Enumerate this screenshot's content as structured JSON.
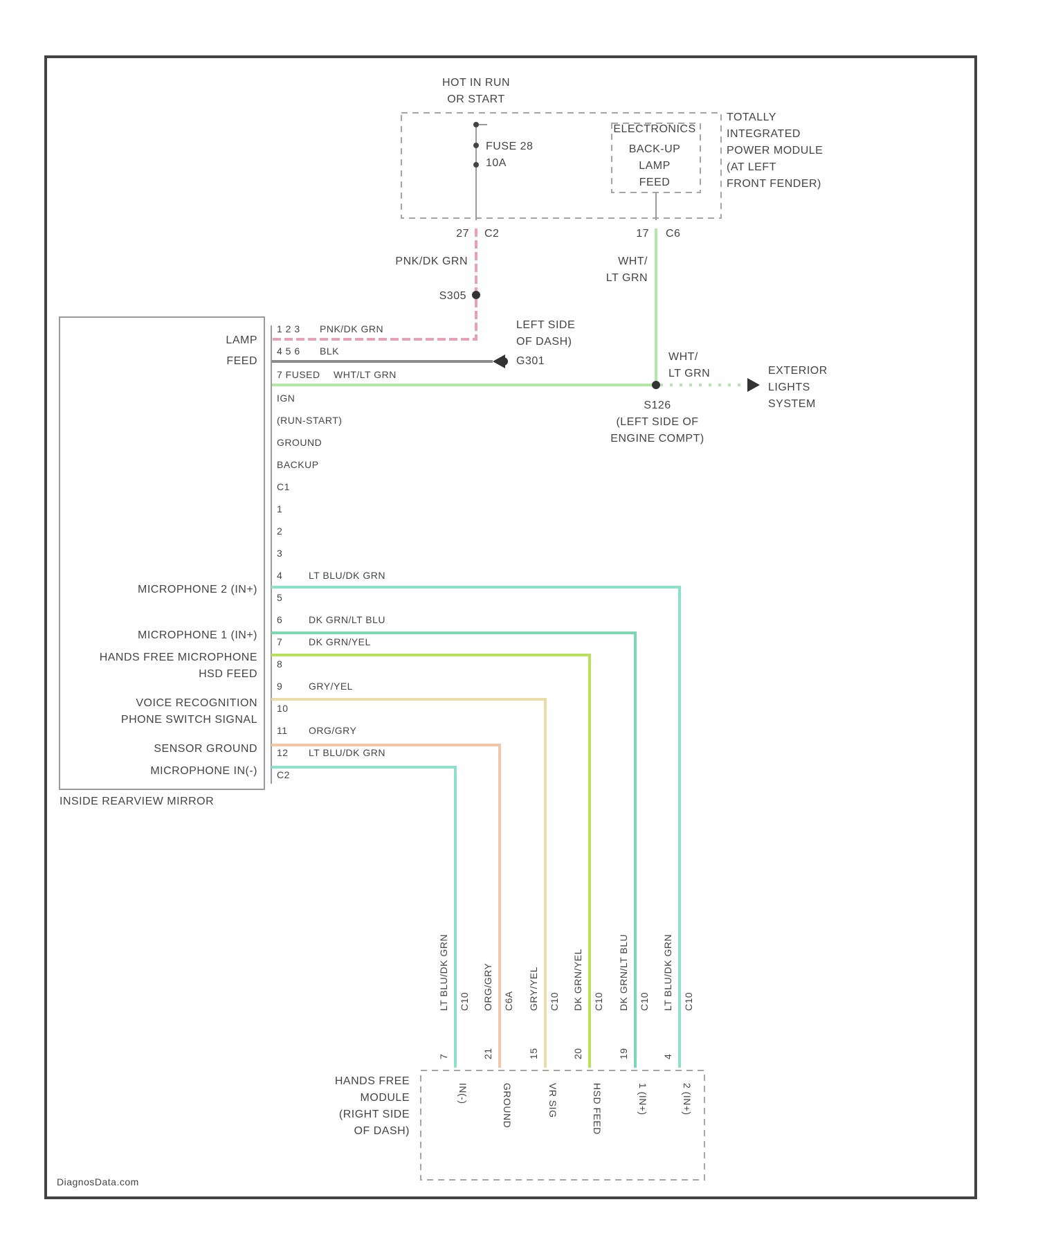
{
  "colors": {
    "pink_dk_grn": "#e8a0b4",
    "blk": "#8a8a8a",
    "wht_lt_grn": "#b4e6a8",
    "lt_blu_dk_grn": "#8ee0cc",
    "dk_grn_lt_blu": "#7cd8b0",
    "dk_grn_yel": "#b8e05a",
    "gry_yel": "#ecdca8",
    "org_gry": "#f0c8a8",
    "outline": "#444444"
  },
  "power": {
    "hot_label": [
      "HOT IN RUN",
      "OR START"
    ],
    "fuse_label": "FUSE 28",
    "fuse_rating": "10A",
    "electronics_label": "ELECTRONICS",
    "backup_label": [
      "BACK-UP",
      "LAMP",
      "FEED"
    ],
    "tipm_label": [
      "TOTALLY",
      "INTEGRATED",
      "POWER MODULE",
      "(AT LEFT",
      "FRONT FENDER)"
    ],
    "pin_27": "27",
    "conn_c2": "C2",
    "pin_17": "17",
    "conn_c6": "C6"
  },
  "wires": {
    "pnk_dk_grn": "PNK/DK GRN",
    "wht_lt_grn": [
      "WHT/",
      "LT GRN"
    ],
    "splice_s305": "S305",
    "ground_g301": "G301",
    "ground_label": [
      "LEFT SIDE",
      "OF DASH)"
    ],
    "splice_s126": "S126",
    "splice_label": [
      "(LEFT SIDE OF",
      "ENGINE COMPT)"
    ],
    "wht_lt_grn_2": [
      "WHT/",
      "LT GRN"
    ],
    "exterior_label": [
      "EXTERIOR",
      "LIGHTS",
      "SYSTEM"
    ]
  },
  "mirror": {
    "name": "INSIDE REARVIEW MIRROR",
    "labels": {
      "lamp": "LAMP",
      "feed": "FEED",
      "mic2": "MICROPHONE 2 (IN+)",
      "mic1": "MICROPHONE 1 (IN+)",
      "hfm1": "HANDS FREE MICROPHONE",
      "hfm2": "HSD FEED",
      "vr1": "VOICE RECOGNITION",
      "vr2": "PHONE SWITCH SIGNAL",
      "sensor": "SENSOR GROUND",
      "micin": "MICROPHONE IN(-)"
    },
    "pins": [
      "1 2 3",
      "4 5 6",
      "7 FUSED",
      "IGN",
      "(RUN-START)",
      "GROUND",
      "BACKUP",
      "C1",
      "1",
      "2",
      "3",
      "4",
      "5",
      "6",
      "7",
      "8",
      "9",
      "10",
      "11",
      "12",
      "C2"
    ],
    "pin_wires": {
      "p123": "PNK/DK GRN",
      "p456": "BLK",
      "p7": "WHT/LT GRN",
      "p4": "LT BLU/DK GRN",
      "p6": "DK GRN/LT BLU",
      "p7b": "DK GRN/YEL",
      "p9": "GRY/YEL",
      "p11": "ORG/GRY",
      "p12": "LT BLU/DK GRN"
    }
  },
  "module": {
    "label": [
      "HANDS FREE",
      "MODULE",
      "(RIGHT SIDE",
      "OF DASH)"
    ],
    "columns": [
      {
        "wire": "LT BLU/DK GRN",
        "connector": "C10",
        "pin": "7",
        "function": "IN(-)"
      },
      {
        "wire": "ORG/GRY",
        "connector": "C6A",
        "pin": "21",
        "function": "GROUND"
      },
      {
        "wire": "GRY/YEL",
        "connector": "C10",
        "pin": "15",
        "function": "VR SIG"
      },
      {
        "wire": "DK GRN/YEL",
        "connector": "C10",
        "pin": "20",
        "function": "HSD FEED"
      },
      {
        "wire": "DK GRN/LT BLU",
        "connector": "C10",
        "pin": "19",
        "function": "1 (IN+)"
      },
      {
        "wire": "LT BLU/DK GRN",
        "connector": "C10",
        "pin": "4",
        "function": "2 (IN+)"
      }
    ]
  },
  "watermark": "DiagnosData.com"
}
